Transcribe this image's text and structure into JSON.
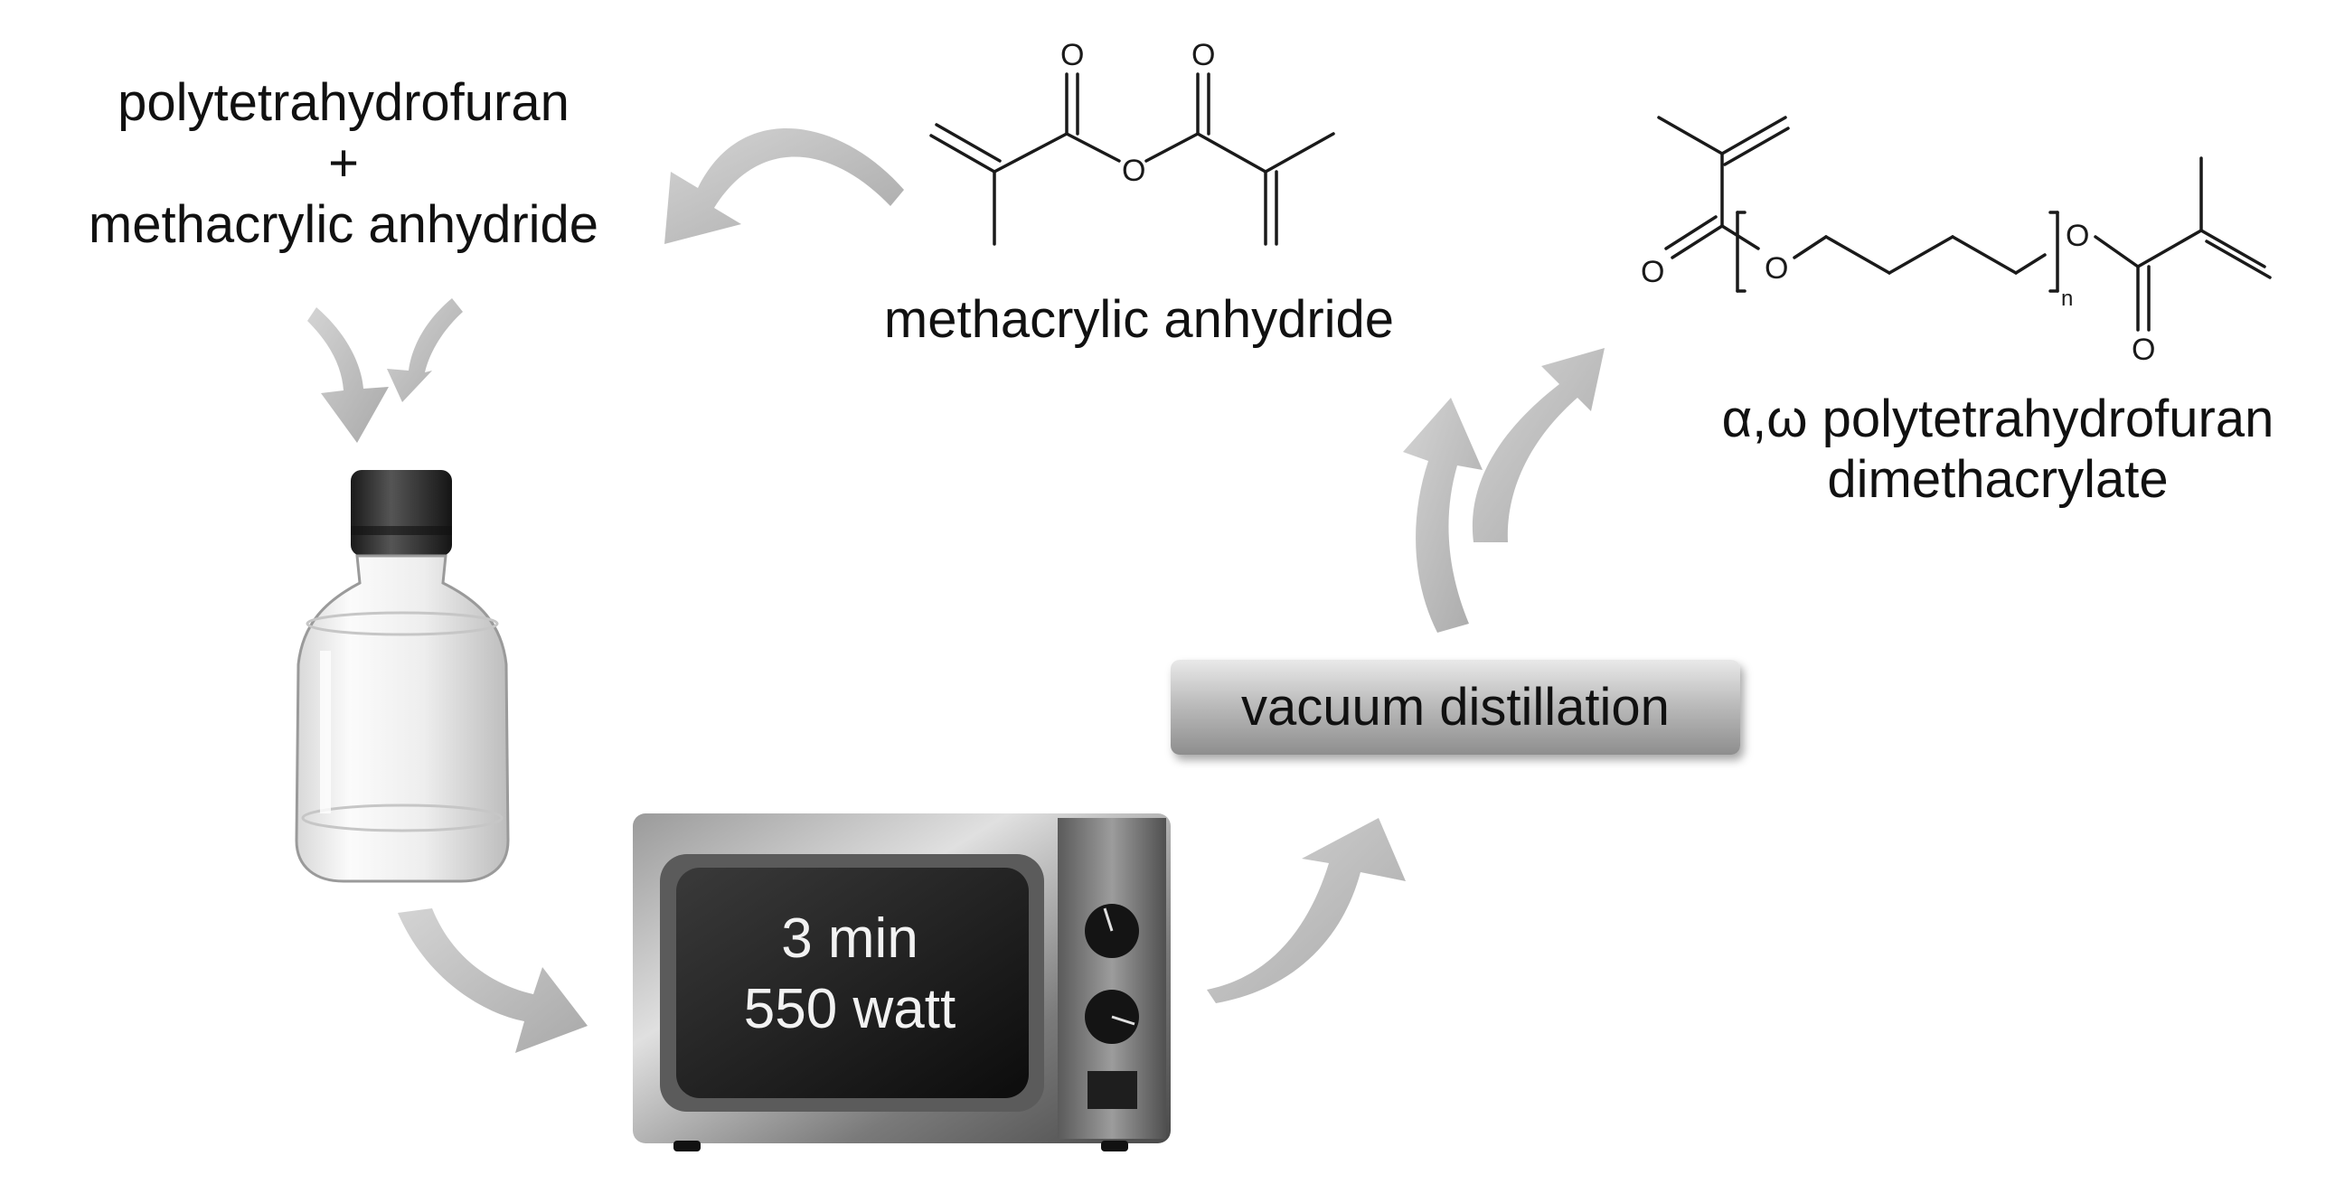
{
  "start": {
    "line1": "polytetrahydrofuran",
    "line2": "+",
    "line3": "methacrylic anhydride"
  },
  "reagent": {
    "name": "methacrylic anhydride",
    "atom_o": "O"
  },
  "product": {
    "line1": "α,ω polytetrahydrofuran",
    "line2": "dimethacrylate",
    "atom_o": "O",
    "repeat_subscript": "n"
  },
  "process": {
    "distillation": "vacuum distillation",
    "oven_time": "3 min",
    "oven_power": "550 watt"
  },
  "colors": {
    "arrow": "#b8b8b8",
    "oven_body": "#6d6d6d",
    "oven_window": "#1c1c1c",
    "bottle_cap": "#2b2b2b"
  }
}
